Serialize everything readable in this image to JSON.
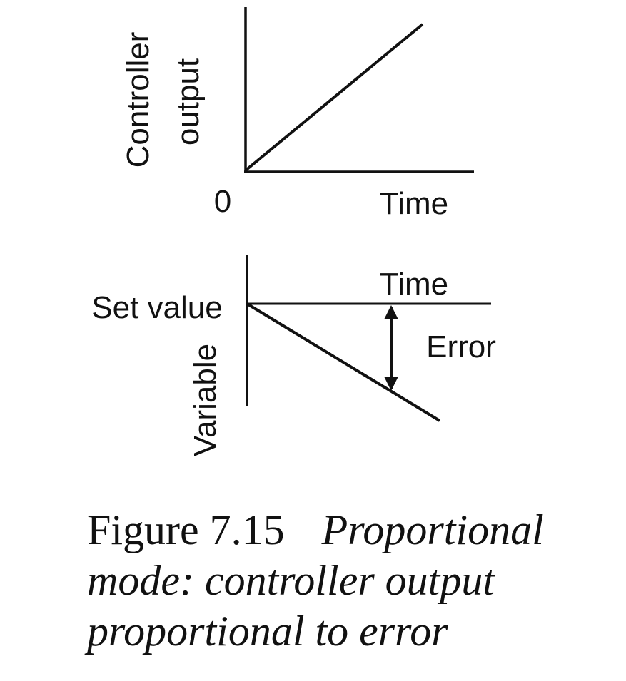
{
  "top_diagram": {
    "y_label_line1": "Controller",
    "y_label_line2": "output",
    "origin_label": "0",
    "x_label": "Time"
  },
  "bottom_diagram": {
    "set_value_label": "Set value",
    "time_label": "Time",
    "error_label": "Error",
    "y_label": "Variable"
  },
  "caption": {
    "number": "Figure 7.15",
    "text": "Proportional mode: controller output proportional to error"
  }
}
